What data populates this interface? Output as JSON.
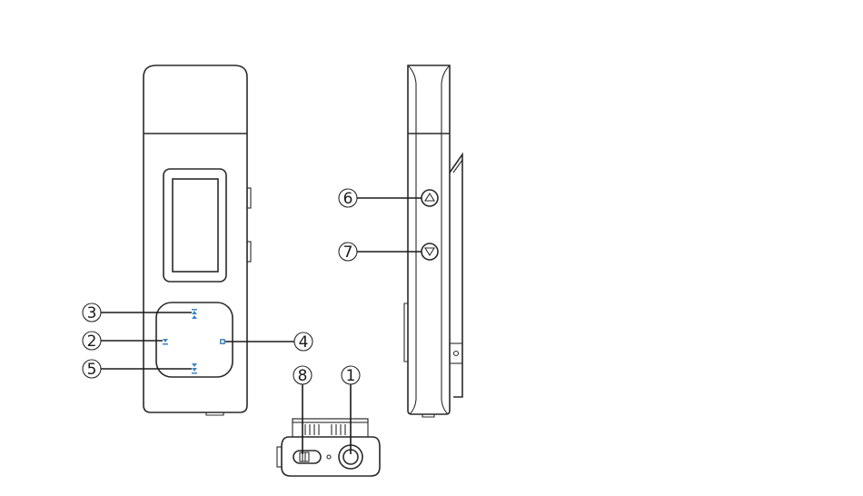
{
  "callouts": [
    {
      "id": "1",
      "label": "①"
    },
    {
      "id": "2",
      "label": "②"
    },
    {
      "id": "3",
      "label": "③"
    },
    {
      "id": "4",
      "label": "④"
    },
    {
      "id": "5",
      "label": "⑤"
    },
    {
      "id": "6",
      "label": "⑥"
    },
    {
      "id": "7",
      "label": "⑦"
    },
    {
      "id": "8",
      "label": "⑧"
    }
  ],
  "colors": {
    "outline": "#2a2a2a",
    "touch_icons": "#3a86c8",
    "background": "#ffffff"
  },
  "icons": {
    "touch_up": "double-up-arrow-icon",
    "touch_left": "left-arrow-icon",
    "touch_right": "menu-icon",
    "touch_down": "double-down-arrow-icon",
    "side_up": "triangle-up-icon",
    "side_down": "triangle-down-icon"
  }
}
